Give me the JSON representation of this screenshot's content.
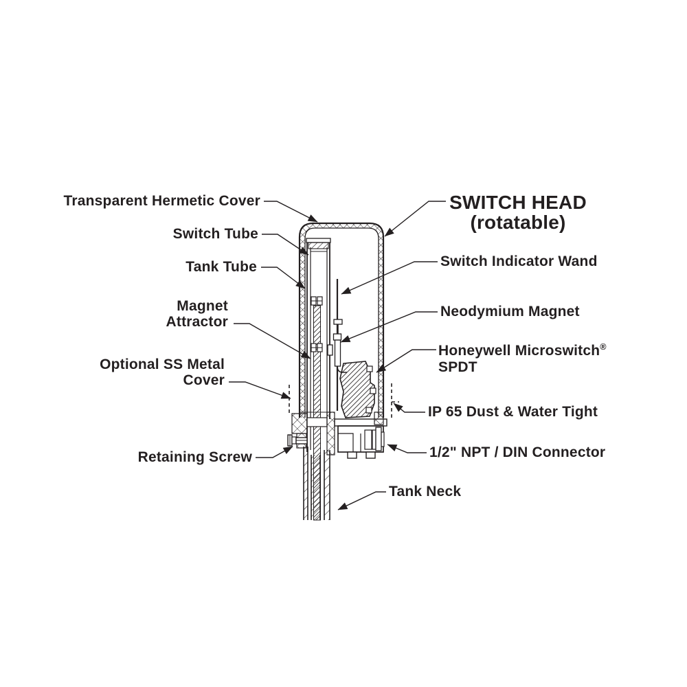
{
  "labels": {
    "transparent_hermetic_cover": "Transparent Hermetic Cover",
    "switch_tube": "Switch Tube",
    "tank_tube": "Tank Tube",
    "magnet_attractor": {
      "line1": "Magnet",
      "line2": "Attractor"
    },
    "optional_ss_metal_cover": {
      "line1": "Optional SS Metal",
      "line2": "Cover"
    },
    "retaining_screw": "Retaining Screw",
    "switch_head": {
      "line1": "SWITCH HEAD",
      "line2": "(rotatable)"
    },
    "switch_indicator_wand": "Switch Indicator Wand",
    "neodymium_magnet": "Neodymium Magnet",
    "honeywell_microswitch": {
      "line1": "Honeywell Microswitch",
      "registered_mark": "®",
      "line2": "SPDT"
    },
    "ip65_dust_water_tight": "IP 65 Dust & Water Tight",
    "npt_din_connector": "1/2\" NPT / DIN Connector",
    "tank_neck": "Tank Neck"
  },
  "colors": {
    "line": "#231f20",
    "background": "#ffffff"
  }
}
